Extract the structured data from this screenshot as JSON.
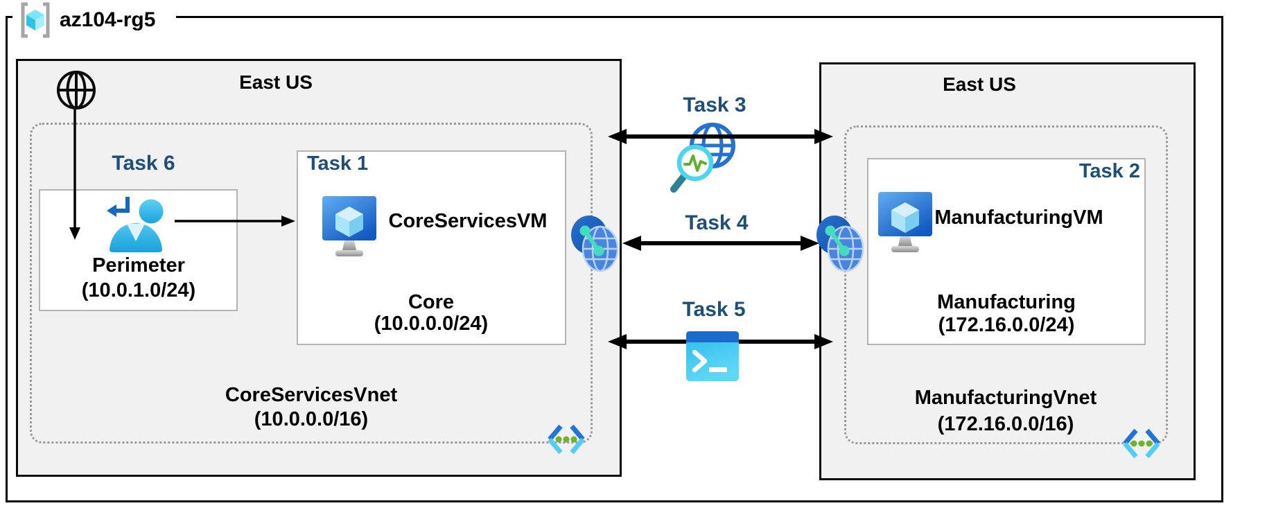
{
  "resource_group": {
    "name": "az104-rg5"
  },
  "left_region": {
    "location": "East US",
    "vnet_name": "CoreServicesVnet",
    "vnet_cidr": "(10.0.0.0/16)",
    "perimeter": {
      "task_label": "Task 6",
      "subnet_name": "Perimeter",
      "subnet_cidr": "(10.0.1.0/24)"
    },
    "vm": {
      "task_label": "Task 1",
      "name": "CoreServicesVM",
      "subnet_name": "Core",
      "subnet_cidr": "(10.0.0.0/24)"
    }
  },
  "right_region": {
    "location": "East US",
    "vnet_name": "ManufacturingVnet",
    "vnet_cidr": "(172.16.0.0/16)",
    "vm": {
      "task_label": "Task 2",
      "name": "ManufacturingVM",
      "subnet_name": "Manufacturing",
      "subnet_cidr": "(172.16.0.0/24)"
    }
  },
  "connections": {
    "task3_label": "Task 3",
    "task4_label": "Task 4",
    "task5_label": "Task 5"
  },
  "icons": {
    "resource_group": "resource-group-cube-icon",
    "internet": "internet-globe-icon",
    "perimeter_user": "sign-in-user-icon",
    "virtual_machine": "virtual-machine-icon",
    "network_watcher": "network-watcher-globe-magnifier-icon",
    "peering": "vnet-peering-globes-icon",
    "shell": "cloud-shell-terminal-icon",
    "vnet": "virtual-network-brackets-icon"
  },
  "colors": {
    "task_label_blue": "#1f4e79",
    "region_background": "#f1f1f1",
    "outline_black": "#000000",
    "inner_box_border": "#b3b3b3",
    "dotted_border": "#999999",
    "vm_screen_blue": "#1259c2",
    "cyan_accent": "#54ccf5",
    "vnet_dot_green": "#6fb22c",
    "peering_link_teal": "#45dcbd"
  }
}
